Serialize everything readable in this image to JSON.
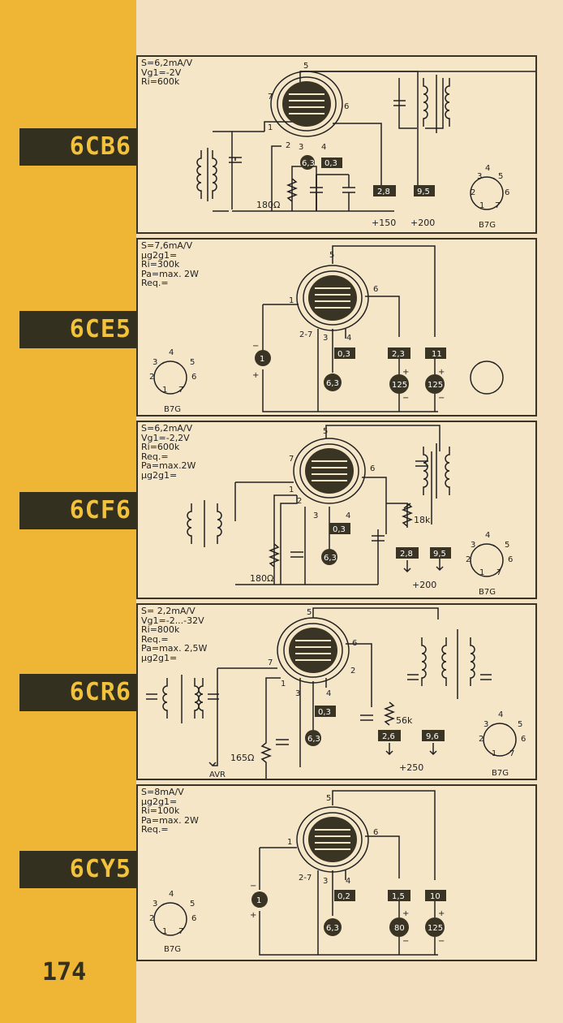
{
  "page_number": "174",
  "tubes": [
    {
      "name": "6CB6",
      "specs": [
        "S=6,2mA/V",
        "Vg1=-2V",
        "Ri=600k"
      ],
      "pins": {
        "p1": "1",
        "p2": "2",
        "p3": "3",
        "p4": "4",
        "p5": "5",
        "p6": "6",
        "p7": "7"
      },
      "heater": "6,3",
      "heater_current": "0,3",
      "anode_current": "2,8",
      "screen_current": "9,5",
      "resistor": "180Ω",
      "supply_a": "+150",
      "supply_b": "+200",
      "base": "B7G"
    },
    {
      "name": "6CE5",
      "specs": [
        "S=7,6mA/V",
        "μg2g1=",
        "Ri=300k",
        "Pa=max. 2W",
        "Req.="
      ],
      "pins": {
        "p1": "1",
        "p27": "2-7",
        "p3": "3",
        "p4": "4",
        "p5": "5",
        "p6": "6"
      },
      "grid_voltage": "1",
      "heater": "6,3",
      "heater_current": "0,3",
      "anode_current": "2,3",
      "screen_current": "11",
      "anode_voltage": "125",
      "screen_voltage": "125",
      "plus": "+",
      "minus": "−",
      "base": "B7G"
    },
    {
      "name": "6CF6",
      "specs": [
        "S=6,2mA/V",
        "Vg1=-2,2V",
        "Ri=600k",
        "Req.=",
        "Pa=max.2W",
        "μg2g1="
      ],
      "pins": {
        "p1": "1",
        "p2": "2",
        "p3": "3",
        "p4": "4",
        "p5": "5",
        "p6": "6",
        "p7": "7"
      },
      "heater": "6,3",
      "heater_current": "0,3",
      "anode_current": "2,8",
      "screen_current": "9,5",
      "resistor_a": "18k",
      "resistor_b": "180Ω",
      "supply": "+200",
      "base": "B7G"
    },
    {
      "name": "6CR6",
      "specs": [
        "S= 2,2mA/V",
        "Vg1=-2...-32V",
        "Ri=800k",
        "Req.=",
        "Pa=max. 2,5W",
        "μg2g1="
      ],
      "pins": {
        "p1": "1",
        "p2": "2",
        "p3": "3",
        "p4": "4",
        "p5": "5",
        "p6": "6",
        "p7": "7"
      },
      "heater": "6,3",
      "heater_current": "0,3",
      "anode_current": "2,6",
      "screen_current": "9,6",
      "resistor_a": "56k",
      "resistor_b": "165Ω",
      "supply": "+250",
      "avr": "AVR",
      "base": "B7G"
    },
    {
      "name": "6CY5",
      "specs": [
        "S=8mA/V",
        "μg2g1=",
        "Ri=100k",
        "Pa=max. 2W",
        "Req.="
      ],
      "pins": {
        "p1": "1",
        "p27": "2-7",
        "p3": "3",
        "p4": "4",
        "p5": "5",
        "p6": "6"
      },
      "grid_voltage": "1",
      "heater": "6,3",
      "heater_current": "0,2",
      "anode_current": "1,5",
      "screen_current": "10",
      "anode_voltage": "80",
      "screen_voltage": "125",
      "plus": "+",
      "minus": "−",
      "base": "B7G"
    }
  ],
  "base_pins": [
    "1",
    "2",
    "3",
    "4",
    "5",
    "6",
    "7"
  ],
  "colors": {
    "stripe": "#efb535",
    "tab": "#33301f",
    "tab_text": "#f2c23c",
    "paper": "#f3e0c0",
    "ink": "#222222"
  }
}
